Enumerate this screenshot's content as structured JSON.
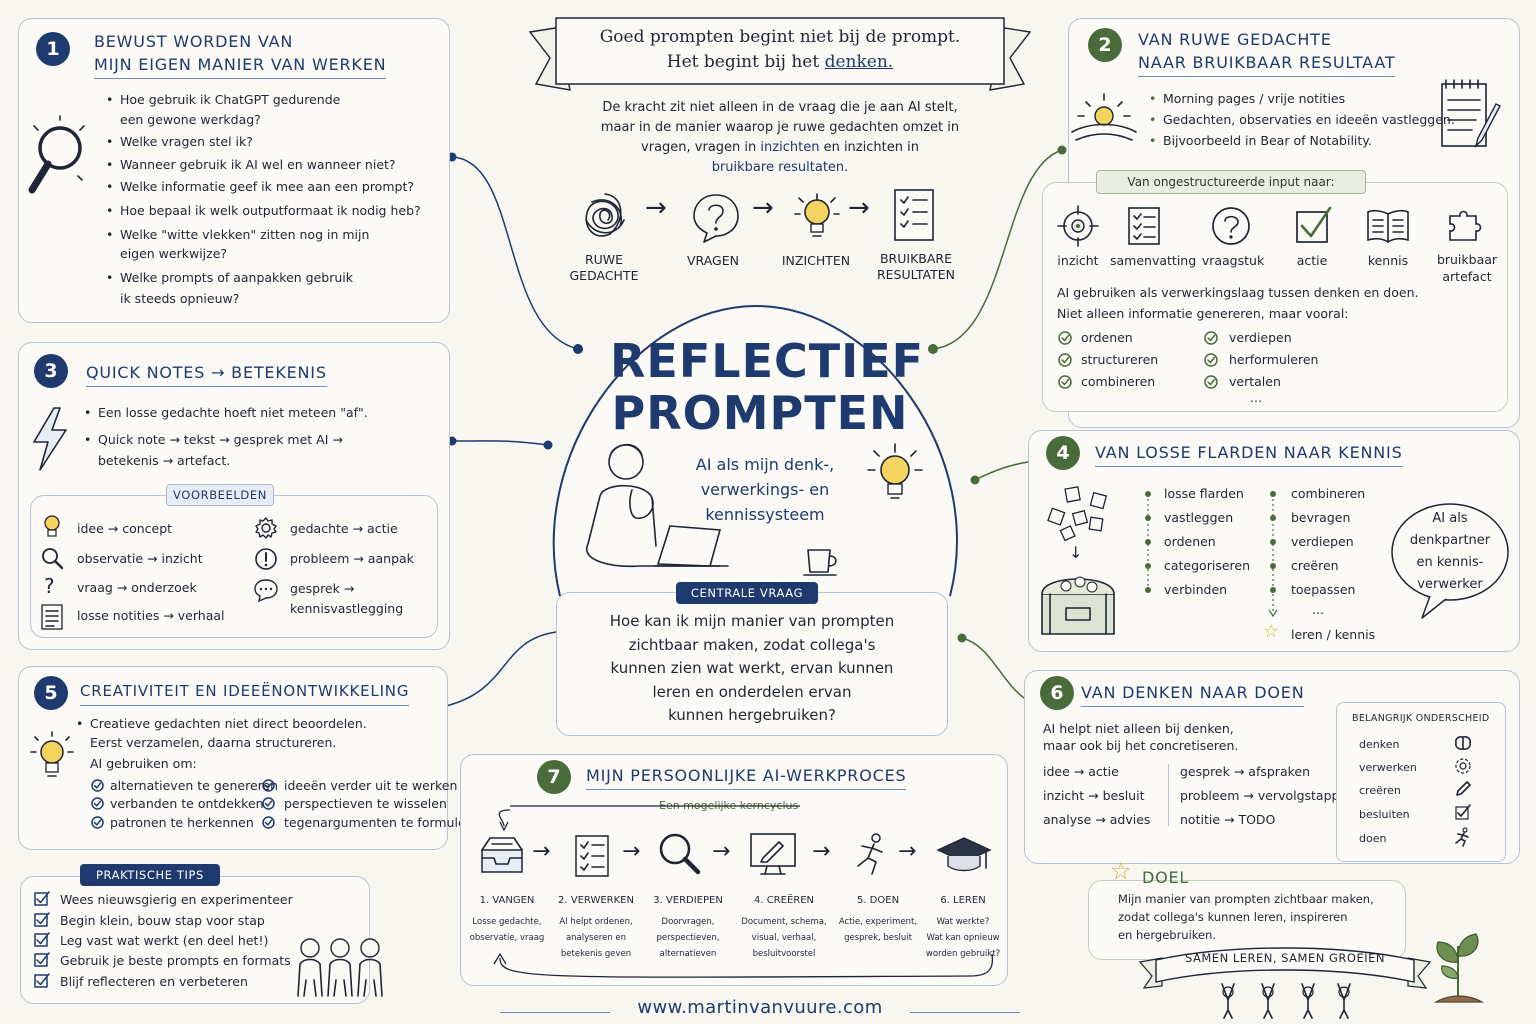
{
  "banner": {
    "line1": "Goed  prompten  begint  niet  bij  de  prompt.",
    "line2_a": "Het  begint  bij  het  ",
    "line2_b": "denken."
  },
  "intro": {
    "line1": "De  kracht  zit  niet  alleen  in  de  vraag  die  je  aan  AI  stelt,",
    "line2": "maar  in  de  manier  waarop  je  ruwe  gedachten  omzet  in",
    "line3_a": "vragen,  vragen  in  ",
    "line3_b": "inzichten",
    "line3_c": "  en  inzichten  in",
    "line4": "bruikbare  resultaten."
  },
  "flow": [
    {
      "label1": "RUWE",
      "label2": "GEDACHTE",
      "icon": "scribble-icon"
    },
    {
      "label1": "VRAGEN",
      "label2": "",
      "icon": "question-bubble-icon"
    },
    {
      "label1": "INZICHTEN",
      "label2": "",
      "icon": "lightbulb-icon"
    },
    {
      "label1": "BRUIKBARE",
      "label2": "RESULTATEN",
      "icon": "checklist-icon"
    }
  ],
  "center": {
    "title1": "REFLECTIEF",
    "title2": "PROMPTEN",
    "sub1": "AI  als  mijn  denk-,",
    "sub2": "verwerkings-  en",
    "sub3": "kennissysteem"
  },
  "central_question": {
    "tag": "CENTRALE  VRAAG",
    "lines": [
      "Hoe  kan  ik  mijn  manier  van  prompten",
      "zichtbaar  maken,  zodat  collega's",
      "kunnen  zien  wat  werkt,  ervan  kunnen",
      "leren  en  onderdelen  ervan",
      "kunnen  hergebruiken?"
    ]
  },
  "p1": {
    "num": "1",
    "title1": "BEWUST  WORDEN  VAN",
    "title2": "MIJN  EIGEN  MANIER  VAN  WERKEN",
    "items": [
      "Hoe  gebruik  ik  ChatGPT  gedurende",
      "een  gewone  werkdag?",
      "Welke  vragen  stel  ik?",
      "Wanneer  gebruik  ik  AI  wel  en  wanneer  niet?",
      "Welke  informatie  geef  ik  mee  aan  een  prompt?",
      "Hoe  bepaal  ik  welk  outputformaat  ik  nodig  heb?",
      "Welke  \"witte  vlekken\"  zitten  nog  in  mijn",
      "eigen  werkwijze?",
      "Welke  prompts  of  aanpakken  gebruik",
      "ik  steeds  opnieuw?"
    ]
  },
  "p2": {
    "num": "2",
    "title1": "VAN  RUWE  GEDACHTE",
    "title2": "NAAR  BRUIKBAAR  RESULTAAT",
    "items": [
      "Morning  pages  /  vrije  notities",
      "Gedachten,  observaties  en  ideeën  vastleggen.",
      "Bijvoorbeeld  in  Bear  of  Notability."
    ],
    "tag": "Van  ongestructureerde  input  naar:",
    "icons": [
      {
        "label1": "inzicht",
        "label2": "",
        "icon": "target-icon"
      },
      {
        "label1": "samenvatting",
        "label2": "",
        "icon": "list-icon"
      },
      {
        "label1": "vraagstuk",
        "label2": "",
        "icon": "question-icon"
      },
      {
        "label1": "actie",
        "label2": "",
        "icon": "checkbox-icon"
      },
      {
        "label1": "kennis",
        "label2": "",
        "icon": "book-icon"
      },
      {
        "label1": "bruikbaar",
        "label2": "artefact",
        "icon": "puzzle-icon"
      }
    ],
    "text1": "AI  gebruiken  als  verwerkingslaag  tussen  denken  en  doen.",
    "text2": "Niet  alleen  informatie  genereren,  maar  vooral:",
    "checks_left": [
      "ordenen",
      "structureren",
      "combineren"
    ],
    "checks_right": [
      "verdiepen",
      "herformuleren",
      "vertalen"
    ],
    "more": "..."
  },
  "p3": {
    "num": "3",
    "title_a": "QUICK  NOTES",
    "title_b": "BETEKENIS",
    "item1": "Een  losse  gedachte  hoeft  niet  meteen  \"af\".",
    "item2_a": "Quick  note",
    "item2_b": "tekst",
    "item2_c": "gesprek  met  AI",
    "item2_d": "betekenis",
    "item2_e": "artefact.",
    "tag": "VOORBEELDEN",
    "examples": [
      {
        "from": "idee",
        "to": "concept",
        "icon": "lightbulb-icon"
      },
      {
        "from": "observatie",
        "to": "inzicht",
        "icon": "magnifier-icon"
      },
      {
        "from": "vraag",
        "to": "onderzoek",
        "icon": "question-mark-icon"
      },
      {
        "from": "losse  notities",
        "to": "verhaal",
        "icon": "notes-icon"
      },
      {
        "from": "gedachte",
        "to": "actie",
        "icon": "gear-icon"
      },
      {
        "from": "probleem",
        "to": "aanpak",
        "icon": "alert-icon"
      },
      {
        "from": "gesprek",
        "to": "",
        "icon": "chat-icon"
      }
    ],
    "example7_line2": "kennisvastlegging"
  },
  "p4": {
    "num": "4",
    "title": "VAN  LOSSE  FLARDEN  NAAR  KENNIS",
    "col1": [
      "losse  flarden",
      "vastleggen",
      "ordenen",
      "categoriseren",
      "verbinden"
    ],
    "col2": [
      "combineren",
      "bevragen",
      "verdiepen",
      "creëren",
      "toepassen"
    ],
    "more": "...",
    "final": "leren  /  kennis",
    "bubble": [
      "AI  als",
      "denkpartner",
      "en  kennis-",
      "verwerker"
    ]
  },
  "p5": {
    "num": "5",
    "title": "CREATIVITEIT  EN  IDEEËNONTWIKKELING",
    "line1": "Creatieve  gedachten  niet  direct  beoordelen.",
    "line2": "Eerst  verzamelen,  daarna  structureren.",
    "line3": "AI  gebruiken  om:",
    "left": [
      "alternatieven  te  genereren",
      "verbanden  te  ontdekken",
      "patronen  te  herkennen"
    ],
    "right": [
      "ideeën  verder  uit  te  werken",
      "perspectieven  te  wisselen",
      "tegenargumenten  te  formuleren"
    ]
  },
  "tips": {
    "tag": "PRAKTISCHE  TIPS",
    "items": [
      "Wees  nieuwsgierig  en  experimenteer",
      "Begin  klein,  bouw  stap  voor  stap",
      "Leg  vast  wat  werkt  (en  deel  het!)",
      "Gebruik  je  beste  prompts  en  formats",
      "Blijf  reflecteren  en  verbeteren"
    ]
  },
  "p6": {
    "num": "6",
    "title": "VAN  DENKEN  NAAR  DOEN",
    "line1": "AI  helpt  niet  alleen  bij  denken,",
    "line2": "maar  ook  bij  het  concretiseren.",
    "pairs_left": [
      {
        "from": "idee",
        "to": "actie"
      },
      {
        "from": "inzicht",
        "to": "besluit"
      },
      {
        "from": "analyse",
        "to": "advies"
      }
    ],
    "pairs_right": [
      {
        "from": "gesprek",
        "to": "afspraken"
      },
      {
        "from": "probleem",
        "to": "vervolgstappen"
      },
      {
        "from": "notitie",
        "to": "TODO"
      }
    ],
    "box_title": "BELANGRIJK  ONDERSCHEID",
    "box_items": [
      {
        "label": "denken",
        "icon": "brain-icon"
      },
      {
        "label": "verwerken",
        "icon": "gear-icon"
      },
      {
        "label": "creëren",
        "icon": "pencil-icon"
      },
      {
        "label": "besluiten",
        "icon": "checkbox-icon"
      },
      {
        "label": "doen",
        "icon": "runner-icon"
      }
    ]
  },
  "p7": {
    "num": "7",
    "title": "MIJN  PERSOONLIJKE  AI-WERKPROCES",
    "subtitle": "Een  mogelijke  kerncyclus",
    "steps": [
      {
        "title": "1.  VANGEN",
        "l1": "Losse  gedachte,",
        "l2": "observatie,  vraag",
        "l3": "",
        "icon": "inbox-icon"
      },
      {
        "title": "2.  VERWERKEN",
        "l1": "AI  helpt  ordenen,",
        "l2": "analyseren  en",
        "l3": "betekenis  geven",
        "icon": "checklist-icon"
      },
      {
        "title": "3.  VERDIEPEN",
        "l1": "Doorvragen,",
        "l2": "perspectieven,",
        "l3": "alternatieven",
        "icon": "magnifier-icon"
      },
      {
        "title": "4.  CREËREN",
        "l1": "Document,  schema,",
        "l2": "visual,  verhaal,",
        "l3": "besluitvoorstel",
        "icon": "monitor-pen-icon"
      },
      {
        "title": "5.  DOEN",
        "l1": "Actie,  experiment,",
        "l2": "gesprek,  besluit",
        "l3": "",
        "icon": "runner-icon"
      },
      {
        "title": "6.  LEREN",
        "l1": "Wat  werkte?",
        "l2": "Wat  kan  opnieuw",
        "l3": "worden  gebruikt?",
        "icon": "graduation-cap-icon"
      }
    ]
  },
  "doel": {
    "title": "DOEL",
    "lines": [
      "Mijn  manier  van  prompten  zichtbaar  maken,",
      "zodat  collega's  kunnen  leren,  inspireren",
      "en  hergebruiken."
    ],
    "ribbon": "SAMEN  LEREN,  SAMEN  GROEIEN"
  },
  "footer": {
    "url": "www.martinvanvuure.com"
  },
  "colors": {
    "navy": "#1e3a6e",
    "green": "#4a6b3a",
    "bulb": "#f4d35e",
    "paper": "#f7f6f0"
  }
}
